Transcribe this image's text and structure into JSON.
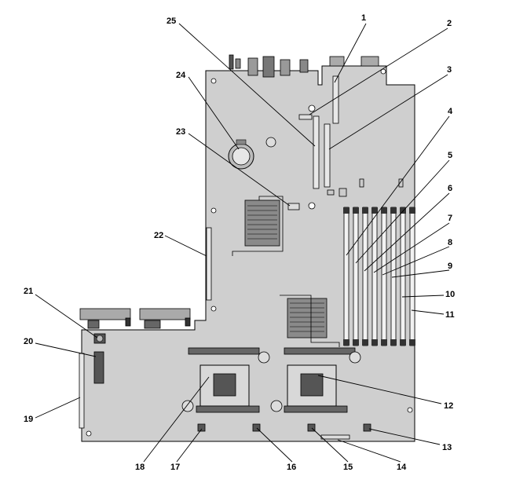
{
  "callouts": {
    "c1": "1",
    "c2": "2",
    "c3": "3",
    "c4": "4",
    "c5": "5",
    "c6": "6",
    "c7": "7",
    "c8": "8",
    "c9": "9",
    "c10": "10",
    "c11": "11",
    "c12": "12",
    "c13": "13",
    "c14": "14",
    "c15": "15",
    "c16": "16",
    "c17": "17",
    "c18": "18",
    "c19": "19",
    "c20": "20",
    "c21": "21",
    "c22": "22",
    "c23": "23",
    "c24": "24",
    "c25": "25"
  },
  "colors": {
    "board": "#cfcfcf",
    "component_dark": "#2a2a2a",
    "component_mid": "#8a8a8a",
    "component_light": "#e6e6e6",
    "lines": "#000000"
  }
}
